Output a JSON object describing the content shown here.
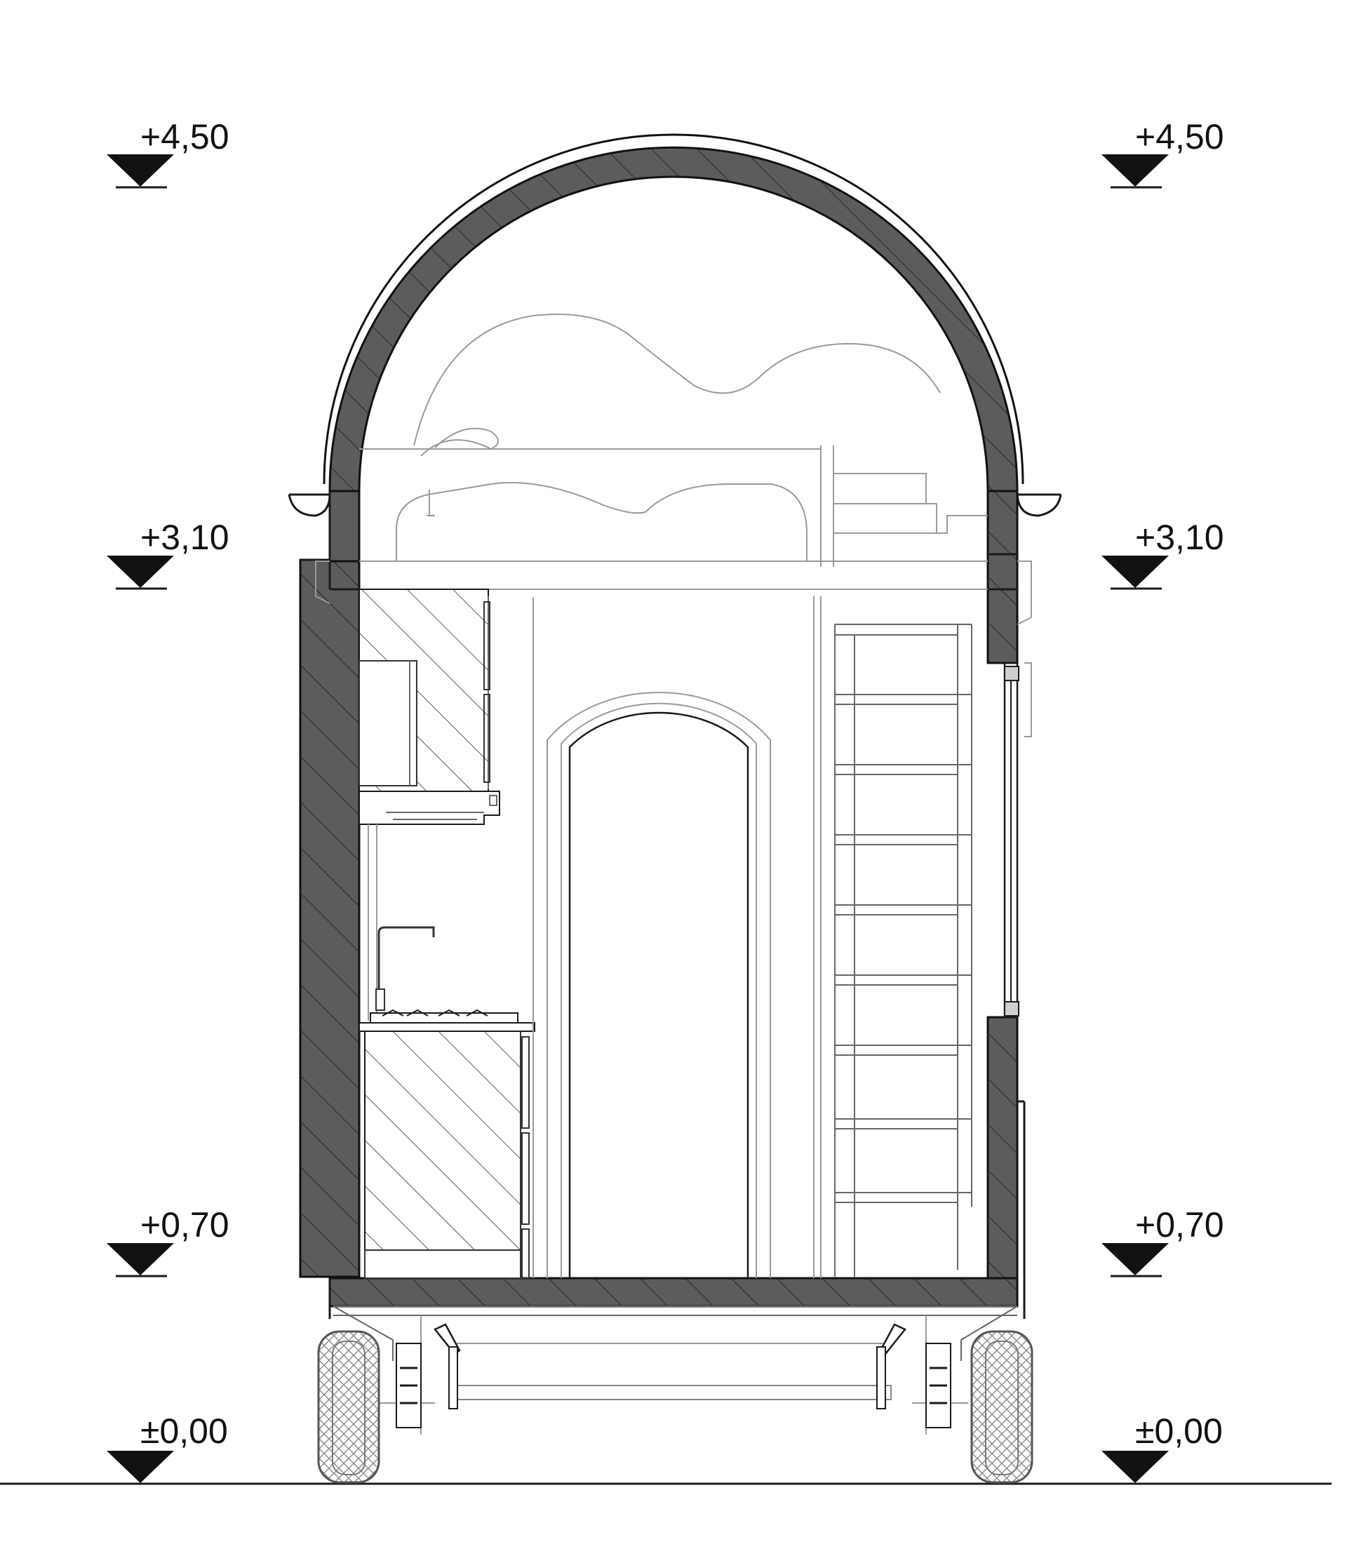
{
  "levels": {
    "top": "+4,50",
    "loft": "+3,10",
    "floor": "+0,70",
    "ground": "±0,00"
  },
  "colors": {
    "wall_fill": "#5c5c5c",
    "outline": "#1a1a1a",
    "fine_line": "#9a9a9a",
    "background": "#ffffff"
  }
}
